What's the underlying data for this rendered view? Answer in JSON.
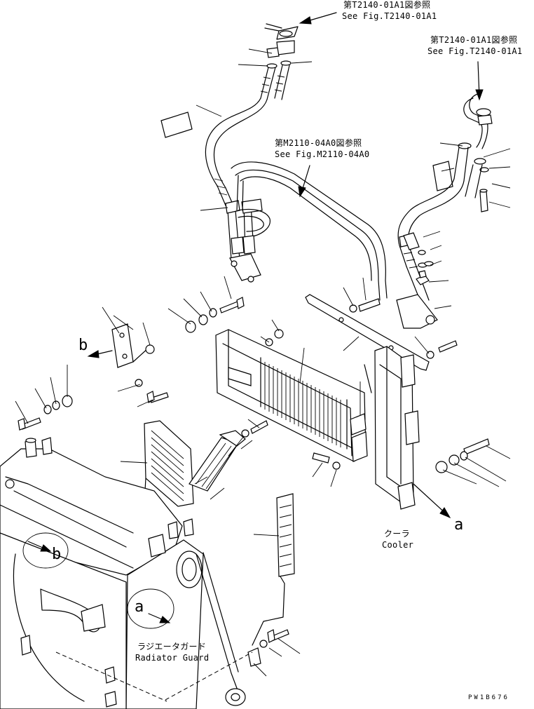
{
  "references": {
    "top_center": {
      "ja": "第T2140-01A1図参照",
      "en": "See Fig.T2140-01A1"
    },
    "top_right": {
      "ja": "第T2140-01A1図参照",
      "en": "See Fig.T2140-01A1"
    },
    "middle": {
      "ja": "第M2110-04A0図参照",
      "en": "See Fig.M2110-04A0"
    }
  },
  "parts": {
    "cooler": {
      "ja": "クーラ",
      "en": "Cooler"
    },
    "radiator_guard": {
      "ja": "ラジエータガード",
      "en": "Radiator Guard"
    }
  },
  "markers": {
    "a": "a",
    "b": "b"
  },
  "drawing_code": "PW1B676"
}
